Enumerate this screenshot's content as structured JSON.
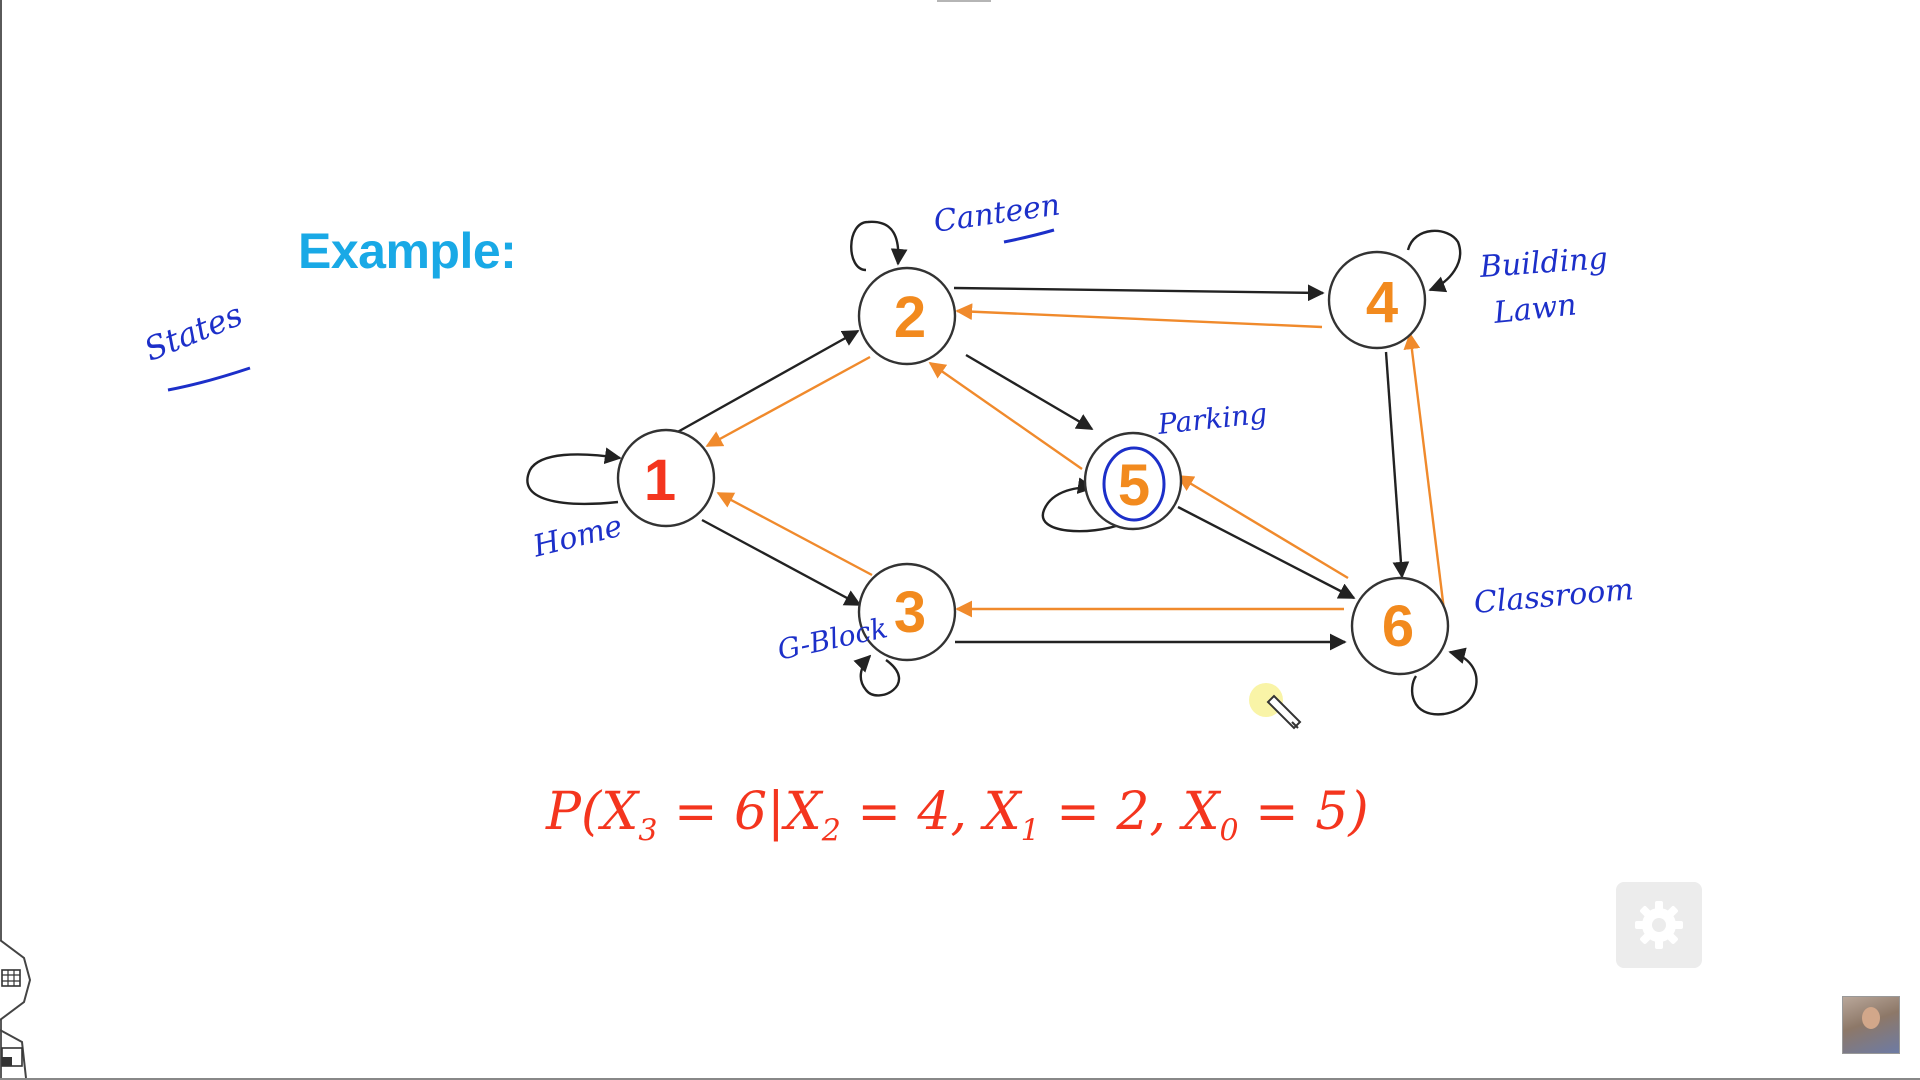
{
  "heading": "Example:",
  "annotations": {
    "states": "States",
    "home": "Home",
    "canteen": "Canteen",
    "building_lawn_1": "Building",
    "building_lawn_2": "Lawn",
    "parking": "Parking",
    "g_block": "G-Block",
    "classroom": "Classroom"
  },
  "nodes": [
    {
      "id": "1",
      "label": "1"
    },
    {
      "id": "2",
      "label": "2"
    },
    {
      "id": "3",
      "label": "3"
    },
    {
      "id": "4",
      "label": "4"
    },
    {
      "id": "5",
      "label": "5"
    },
    {
      "id": "6",
      "label": "6"
    }
  ],
  "edges": [
    {
      "from": "1",
      "to": "2",
      "color": "black"
    },
    {
      "from": "2",
      "to": "1",
      "color": "orange"
    },
    {
      "from": "1",
      "to": "3",
      "color": "black"
    },
    {
      "from": "3",
      "to": "1",
      "color": "orange"
    },
    {
      "from": "2",
      "to": "4",
      "color": "black"
    },
    {
      "from": "4",
      "to": "2",
      "color": "orange"
    },
    {
      "from": "2",
      "to": "5",
      "color": "black"
    },
    {
      "from": "5",
      "to": "2",
      "color": "orange"
    },
    {
      "from": "5",
      "to": "6",
      "color": "black"
    },
    {
      "from": "6",
      "to": "5",
      "color": "orange"
    },
    {
      "from": "3",
      "to": "6",
      "color": "black"
    },
    {
      "from": "6",
      "to": "3",
      "color": "orange"
    },
    {
      "from": "4",
      "to": "6",
      "color": "black"
    },
    {
      "from": "6",
      "to": "4",
      "color": "orange"
    },
    {
      "from": "1",
      "to": "1",
      "color": "black"
    },
    {
      "from": "2",
      "to": "2",
      "color": "black"
    },
    {
      "from": "3",
      "to": "3",
      "color": "black"
    },
    {
      "from": "4",
      "to": "4",
      "color": "black"
    },
    {
      "from": "5",
      "to": "5",
      "color": "black"
    },
    {
      "from": "6",
      "to": "6",
      "color": "black"
    }
  ],
  "formula": {
    "P": "P",
    "open": "(",
    "X": "X",
    "s3": "3",
    "eq6": " = 6",
    "bar": "|",
    "s2": "2",
    "eq4": " = 4, ",
    "s1": "1",
    "eq2": " = 2, ",
    "s0": "0",
    "eq5": " = 5",
    "close": ")"
  },
  "colors": {
    "node_text": "#f28a1e",
    "node_1_text": "#f4351e",
    "black_edge": "#222222",
    "orange_edge": "#f08a2c",
    "heading": "#19a9e6",
    "handwriting": "#1c2fc9",
    "formula": "#f4351e"
  },
  "icons": {
    "settings": "gear-icon",
    "grid": "grid-icon",
    "layout": "layout-icon",
    "cursor": "pen-cursor-icon"
  }
}
